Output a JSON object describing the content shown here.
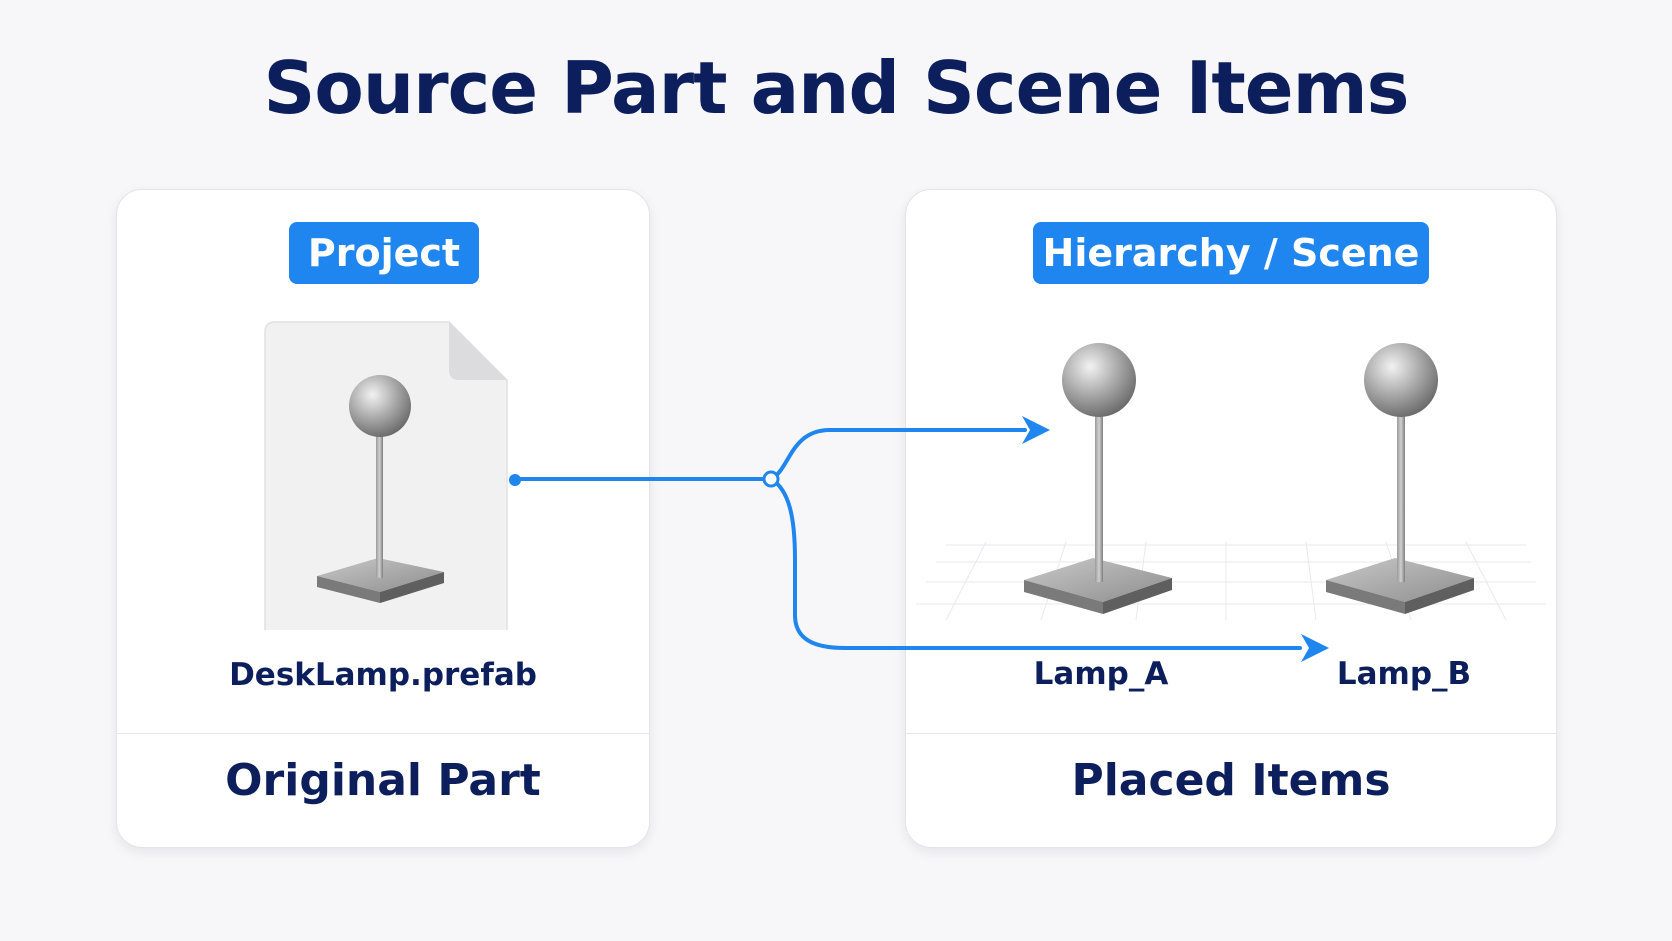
{
  "title": "Source Part and Scene Items",
  "colors": {
    "accent": "#1e86ee",
    "heading": "#0c1f5c",
    "panel": "#ffffff",
    "background": "#f7f7f9"
  },
  "project_panel": {
    "badge": "Project",
    "asset": {
      "icon": "document-icon",
      "thumbnail": "desk-lamp-icon",
      "filename": "DeskLamp.prefab"
    },
    "footer": "Original Part"
  },
  "scene_panel": {
    "badge": "Hierarchy / Scene",
    "items": [
      {
        "icon": "desk-lamp-icon",
        "name": "Lamp_A"
      },
      {
        "icon": "desk-lamp-icon",
        "name": "Lamp_B"
      }
    ],
    "footer": "Placed Items"
  },
  "connector": {
    "icon": "branching-arrow-icon"
  }
}
